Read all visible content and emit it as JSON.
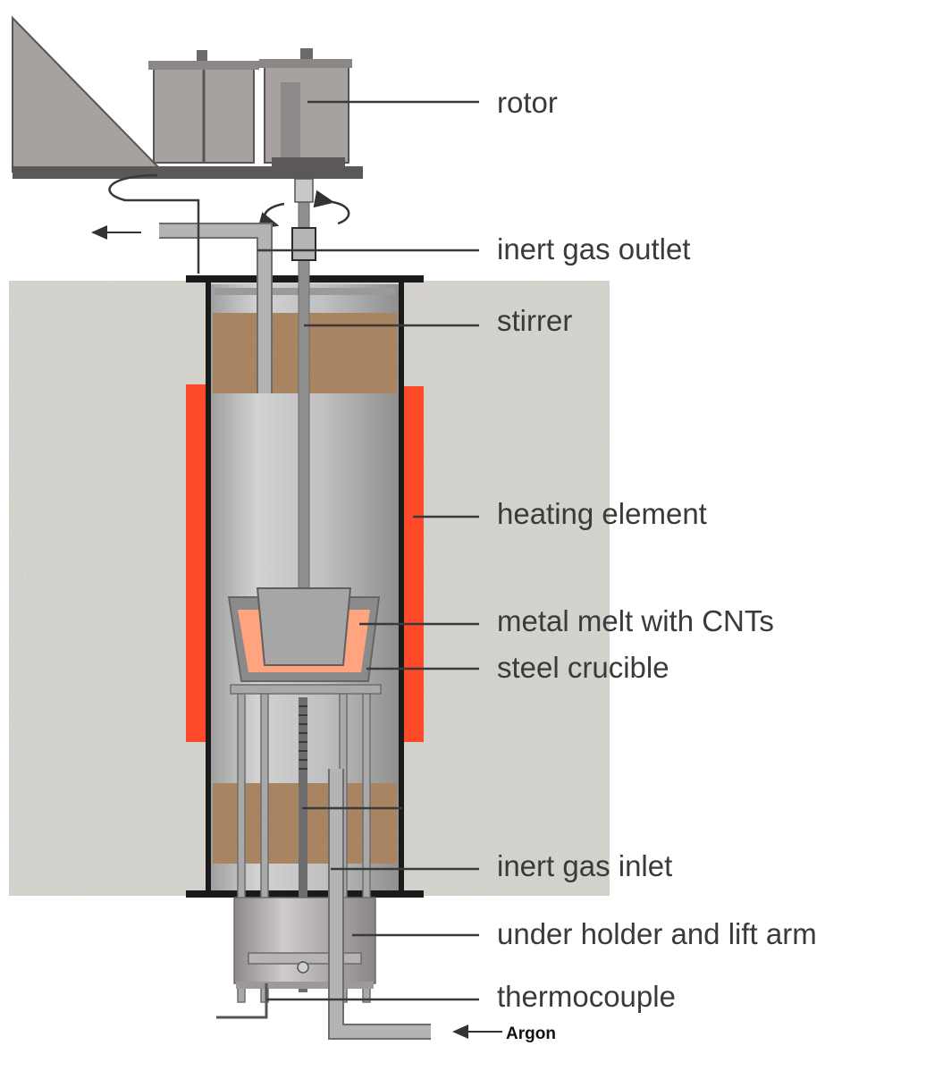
{
  "labels": {
    "rotor": "rotor",
    "inert_gas_outlet": "inert gas outlet",
    "stirrer": "stirrer",
    "heating_element": "heating element",
    "metal_melt": "metal melt with CNTs",
    "steel_crucible": "steel crucible",
    "inert_gas_inlet": "inert gas inlet",
    "under_holder": "under holder and lift arm",
    "thermocouple": "thermocouple",
    "argon": "Argon"
  },
  "colors": {
    "insulation": "#dcdad5",
    "chamber": "#b8b8b8",
    "heating_element": "#ff4a2a",
    "melt": "#ffa47e",
    "packing": "#b08a66",
    "rotor": "#a7a2a0",
    "leader_line": "#3a3a3a"
  }
}
